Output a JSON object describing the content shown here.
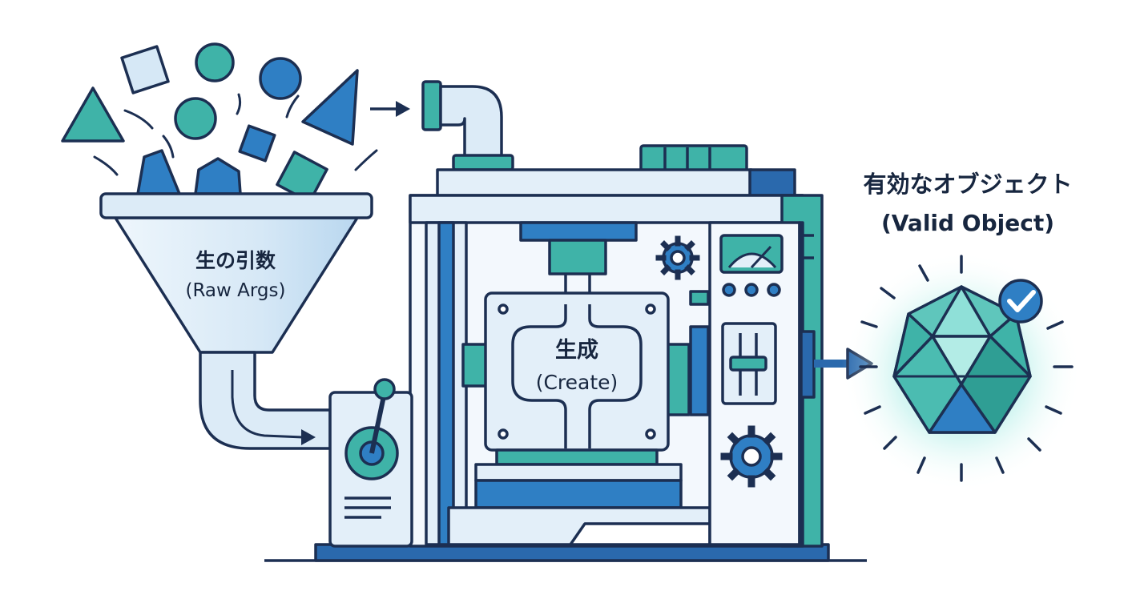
{
  "labels": {
    "input_jp": "生の引数",
    "input_en": "(Raw Args)",
    "process_jp": "生成",
    "process_en": "(Create)",
    "output_jp": "有効なオブジェクト",
    "output_en": "(Valid Object)"
  },
  "colors": {
    "outline": "#1c2f52",
    "teal": "#3fb3a8",
    "blue": "#2f7fc4",
    "dark_blue": "#2a69ad",
    "light_fill": "#e3eff9",
    "pale_fill": "#cfe3f4",
    "glow": "#8fe3dc"
  }
}
